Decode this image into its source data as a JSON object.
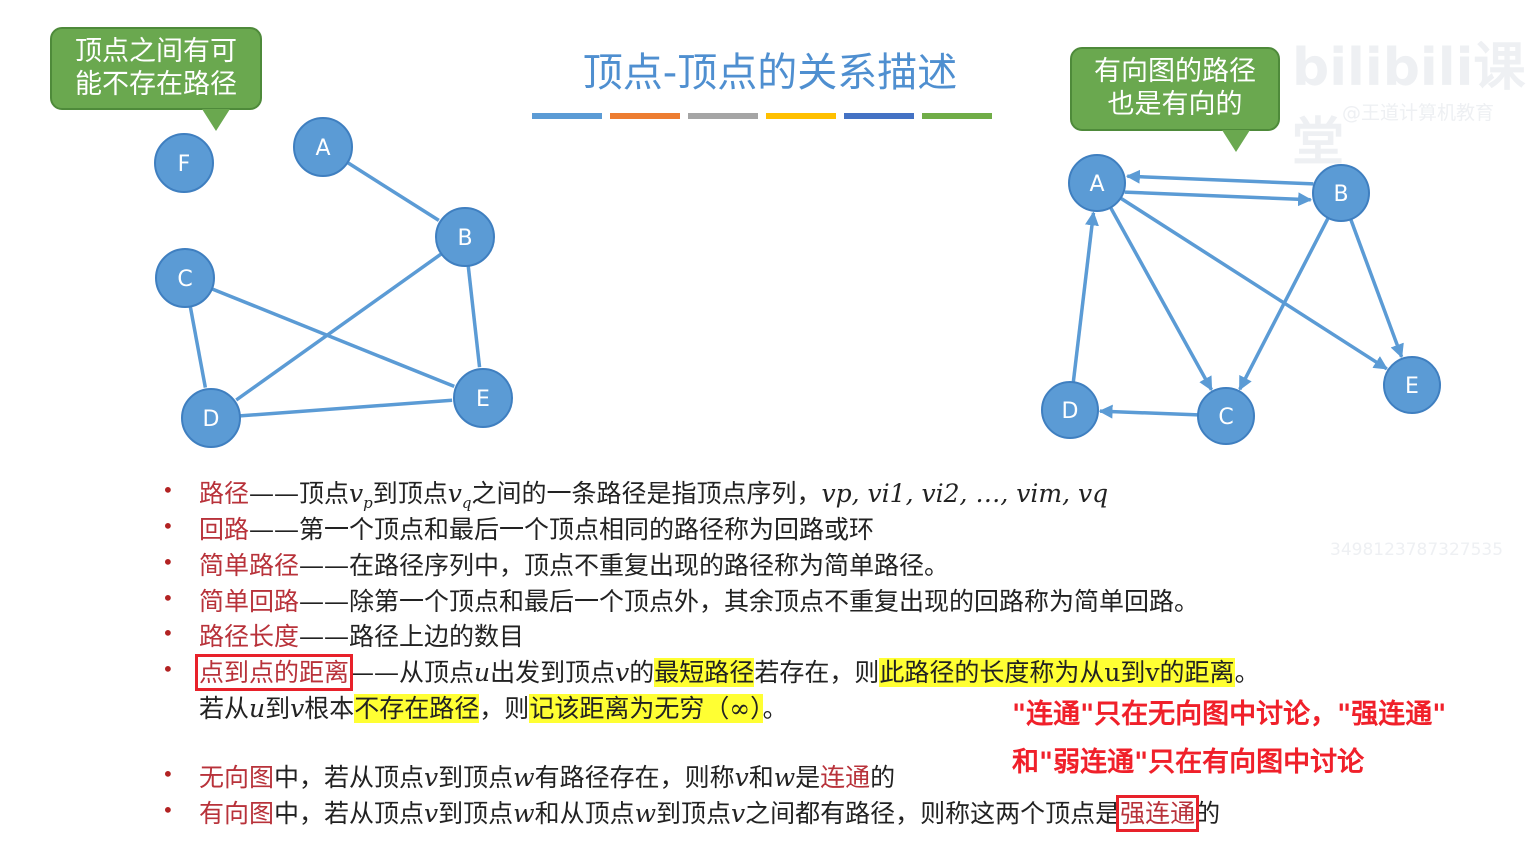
{
  "title": "顶点-顶点的关系描述",
  "title_color": "#4f8fd0",
  "divider_colors": [
    "#5b9bd5",
    "#ed7d31",
    "#a5a5a5",
    "#ffc000",
    "#4472c4",
    "#70ad47"
  ],
  "callouts": {
    "left": "顶点之间有可能不存在路径",
    "left_l1": "顶点之间有可",
    "left_l2": "能不存在路径",
    "right_l1": "有向图的路径",
    "right_l2": "也是有向的"
  },
  "watermark": {
    "logo": "bilibili课堂",
    "sub": "@王道计算机教育",
    "id": "3498123787327535"
  },
  "undirected_graph": {
    "nodes": [
      "F",
      "A",
      "B",
      "C",
      "D",
      "E"
    ],
    "edges": [
      [
        "A",
        "B"
      ],
      [
        "B",
        "D"
      ],
      [
        "C",
        "E"
      ],
      [
        "C",
        "D"
      ],
      [
        "D",
        "E"
      ],
      [
        "B",
        "E"
      ]
    ]
  },
  "directed_graph": {
    "nodes": [
      "A",
      "B",
      "C",
      "D",
      "E"
    ],
    "edges": [
      [
        "A",
        "B"
      ],
      [
        "B",
        "A"
      ],
      [
        "A",
        "C"
      ],
      [
        "A",
        "E"
      ],
      [
        "B",
        "C"
      ],
      [
        "B",
        "E"
      ],
      [
        "D",
        "A"
      ],
      [
        "C",
        "D"
      ]
    ]
  },
  "node_color": "#5b9bd5",
  "bullets": {
    "b1_term": "路径",
    "b1_a": "——顶点",
    "b1_vp": "v",
    "b1_p": "p",
    "b1_b": "到顶点",
    "b1_vq": "v",
    "b1_q": "q",
    "b1_c": "之间的一条路径是指顶点序列，",
    "b1_seq": "v",
    "b1_seq_text": "vp, vi1, vi2, …, vim, vq",
    "b2_term": "回路",
    "b2_text": "——第一个顶点和最后一个顶点相同的路径称为回路或环",
    "b3_term": "简单路径",
    "b3_text": "——在路径序列中，顶点不重复出现的路径称为简单路径。",
    "b4_term": "简单回路",
    "b4_text": "——除第一个顶点和最后一个顶点外，其余顶点不重复出现的回路称为简单回路。",
    "b5_term": "路径长度",
    "b5_text": "——路径上边的数目",
    "b6_term": "点到点的距离",
    "b6_a": "——从顶点",
    "b6_u": "u",
    "b6_b": "出发到顶点",
    "b6_v": "v",
    "b6_c": "的",
    "b6_hl1": "最短路径",
    "b6_d": "若存在，则",
    "b6_hl2": "此路径的长度称为从u到v的距离",
    "b6_e": "。",
    "b6_l2_a": "若从",
    "b6_l2_u": "u",
    "b6_l2_b": "到",
    "b6_l2_v": "v",
    "b6_l2_c": "根本",
    "b6_l2_hl1": "不存在路径",
    "b6_l2_d": "，则",
    "b6_l2_hl2": "记该距离为无穷（∞）",
    "b6_l2_e": "。",
    "b7_term": "无向图",
    "b7_a": "中，若从顶点",
    "b7_v": "v",
    "b7_b": "到顶点",
    "b7_w": "w",
    "b7_c": "有路径存在，则称",
    "b7_v2": "v",
    "b7_d": "和",
    "b7_w2": "w",
    "b7_e": "是",
    "b7_term2": "连通",
    "b7_f": "的",
    "b8_term": "有向图",
    "b8_a": "中，若从顶点",
    "b8_v": "v",
    "b8_b": "到顶点",
    "b8_w": "w",
    "b8_c": "和从顶点",
    "b8_w2": "w",
    "b8_d": "到顶点",
    "b8_v2": "v",
    "b8_e": "之间都有路径，则称这两个顶点是",
    "b8_term2": "强连通",
    "b8_f": "的"
  },
  "notes": {
    "line1": "\"连通\"只在无向图中讨论，\"强连通\"",
    "line2": "和\"弱连通\"只在有向图中讨论"
  }
}
